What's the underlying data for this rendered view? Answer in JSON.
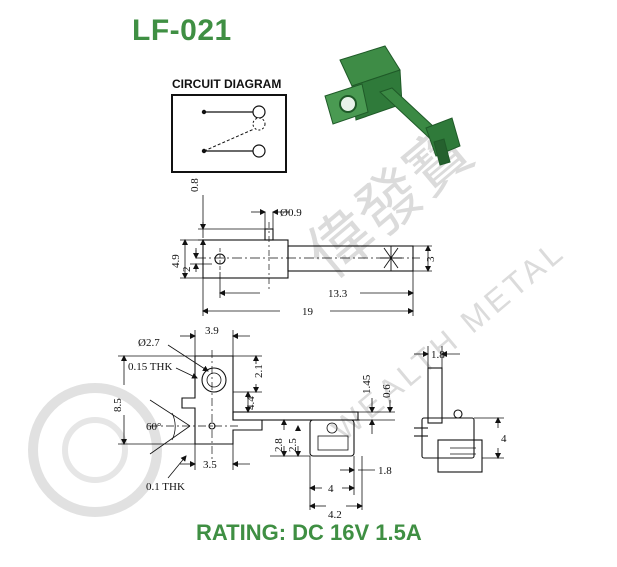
{
  "title": "LF-021",
  "rating": "RATING: DC 16V 1.5A",
  "circuit_diagram_label": "CIRCUIT DIAGRAM",
  "watermark": {
    "cjk": "偉發寶",
    "latin": "WEALTH METAL"
  },
  "dimensions": {
    "d_0_8": "0.8",
    "d_phi_0_9": "Ø0.9",
    "d_4_9": "4.9",
    "d_2": "2",
    "d_3": "3",
    "d_13_3": "13.3",
    "d_19": "19",
    "d_3_9": "3.9",
    "d_phi_2_7": "Ø2.7",
    "d_0_15_thk": "0.15 THK",
    "d_8_5": "8.5",
    "d_60": "60°",
    "d_2_1": "2.1",
    "d_4_4": "4.4",
    "d_1_45": "1.45",
    "d_0_6": "0.6",
    "d_2_8": "2.8",
    "d_2_5": "2.5",
    "d_3_5": "3.5",
    "d_0_1_thk": "0.1 THK",
    "d_1_8_bottom": "1.8",
    "d_4_bottom": "4",
    "d_4_2": "4.2",
    "d_1_8_side": "1.8",
    "d_4_side": "4"
  },
  "colors": {
    "brand_green": "#3f8f43",
    "part_green": "#2f7a3a",
    "line": "#111111",
    "watermark": "#d7d7d7"
  }
}
